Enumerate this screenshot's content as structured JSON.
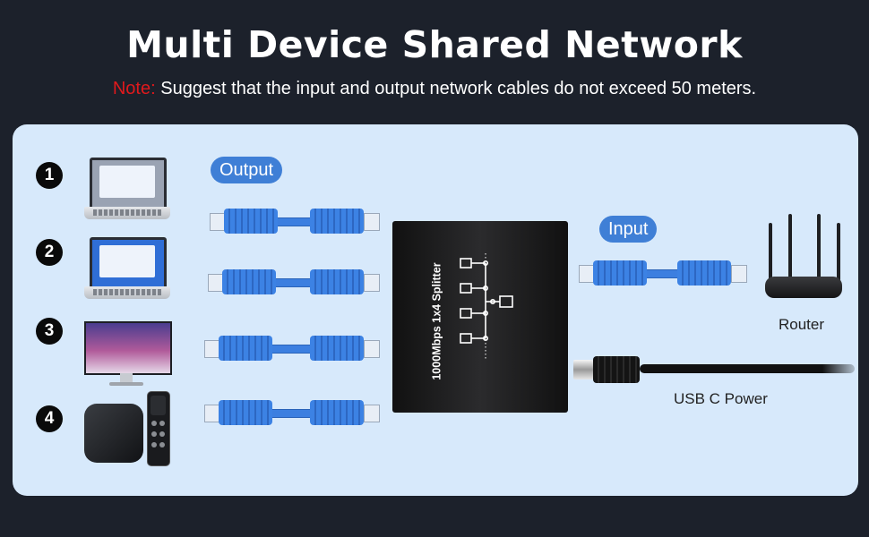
{
  "header": {
    "title": "Multi Device Shared Network",
    "note_label": "Note:",
    "note_text": " Suggest that the input and output network cables do not exceed 50 meters."
  },
  "diagram": {
    "output_label": "Output",
    "input_label": "Input",
    "router_label": "Router",
    "power_label": "USB C Power",
    "splitter_label": "1000Mbps 1x4 Splitter",
    "devices": [
      {
        "number": "1",
        "icon": "laptop-icon"
      },
      {
        "number": "2",
        "icon": "laptop-icon"
      },
      {
        "number": "3",
        "icon": "monitor-icon"
      },
      {
        "number": "4",
        "icon": "tv-box-icon"
      }
    ]
  },
  "colors": {
    "background": "#1c212b",
    "panel": "#d7e9fb",
    "accent_blue": "#3f7fd6",
    "note_red": "#e0191c"
  }
}
